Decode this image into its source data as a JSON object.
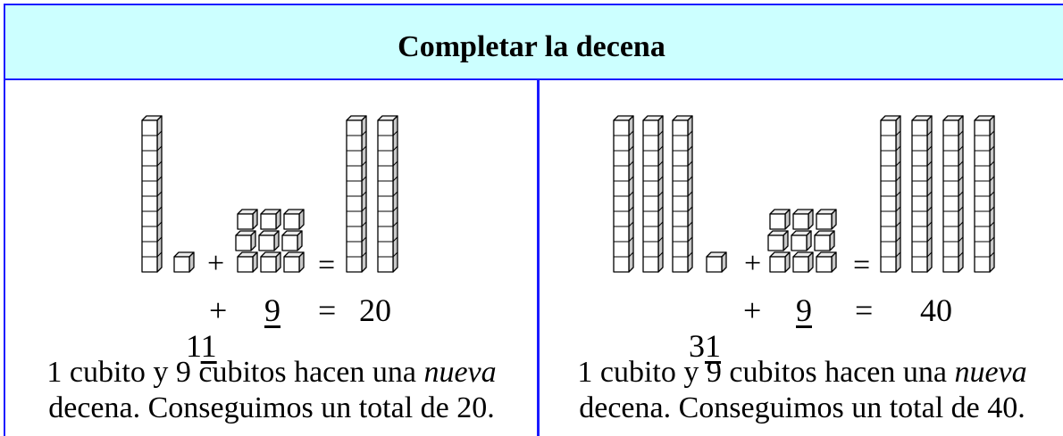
{
  "title": "Completar la decena",
  "colors": {
    "header_bg": "#ccffff",
    "border": "#1a1aff",
    "cube_side": "#c8c8c8",
    "cube_top": "#ebebeb"
  },
  "left": {
    "rods": 1,
    "single_cubes": 1,
    "added_cubes": 9,
    "result_rods": 2,
    "plus": "+",
    "equals": "=",
    "eq": {
      "a_tens": "1",
      "a_ones": "1",
      "plus": "+",
      "b": "9",
      "equals": "=",
      "result": "20"
    },
    "desc_pre": "1 cubito y 9 cubitos hacen una ",
    "desc_em": "nueva",
    "desc_line2": "decena. Conseguimos un total de 20."
  },
  "right": {
    "rods": 3,
    "single_cubes": 1,
    "added_cubes": 9,
    "result_rods": 4,
    "plus": "+",
    "equals": "=",
    "eq": {
      "a_tens": "3",
      "a_ones": "1",
      "plus": "+",
      "b": "9",
      "equals": "=",
      "result": "40"
    },
    "desc_pre": "1 cubito y 9 cubitos hacen una ",
    "desc_em": "nueva",
    "desc_line2": "decena. Conseguimos un total de 40."
  }
}
